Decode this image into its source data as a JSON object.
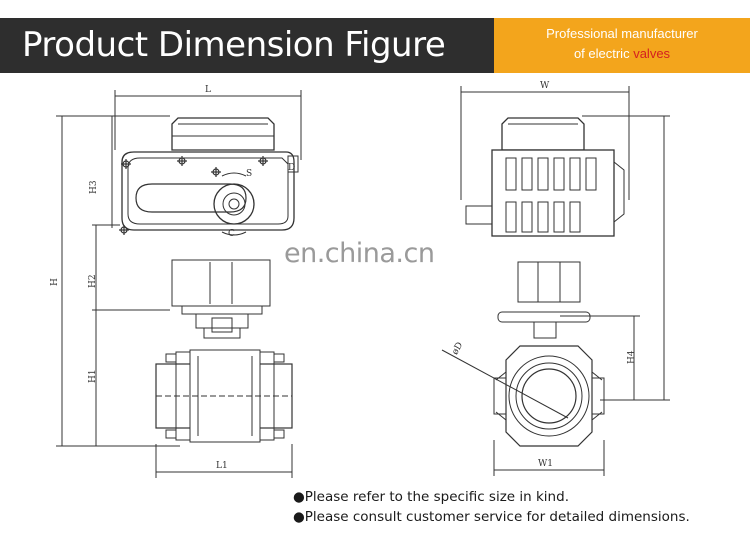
{
  "banner": {
    "title": "Product Dimension Figure",
    "tagline_line1": "Professional manufacturer",
    "tagline_line2_prefix": "of electric",
    "tagline_line2_accent": "valves",
    "background_color": "#2e2e2e",
    "tag_color": "#f3a51c",
    "accent_color": "#d42020"
  },
  "drawing": {
    "front_view_labels": {
      "L": "L",
      "H": "H",
      "H1": "H1",
      "H2": "H2",
      "H3": "H3",
      "L1": "L1",
      "S": "S",
      "C": "C",
      "D": "D"
    },
    "side_view_labels": {
      "W": "W",
      "W1": "W1",
      "H4": "H4",
      "phiD": "øD"
    }
  },
  "watermark": "en.china.cn",
  "notes": [
    "●Please refer to the specific size in kind.",
    "●Please consult customer service for detailed dimensions."
  ]
}
